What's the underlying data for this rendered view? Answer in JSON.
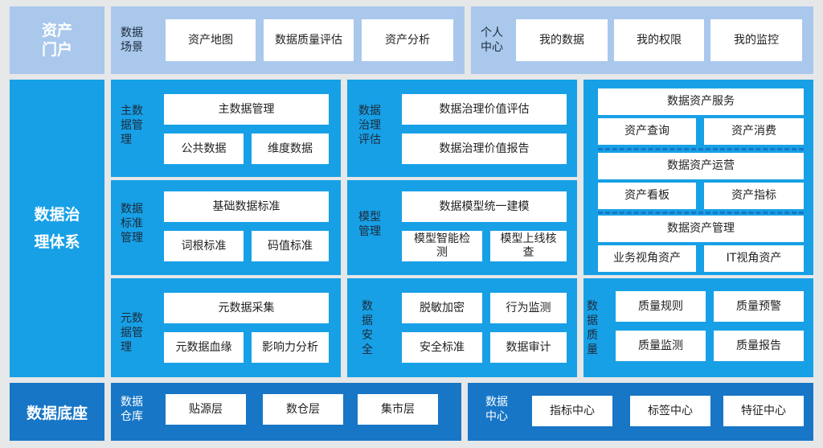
{
  "layers": {
    "portal": "资产\n门户",
    "governance": "数据治\n理体系",
    "base": "数据底座"
  },
  "portal": {
    "scenes": {
      "label": "数据\n场景",
      "items": [
        "资产地图",
        "数据质量评估",
        "资产分析"
      ]
    },
    "personal": {
      "label": "个人\n中心",
      "items": [
        "我的数据",
        "我的权限",
        "我的监控"
      ]
    }
  },
  "governance": {
    "master": {
      "label": "主数\n据管\n理",
      "top": "主数据管理",
      "items": [
        "公共数据",
        "维度数据"
      ]
    },
    "standards": {
      "label": "数据\n标准\n管理",
      "top": "基础数据标准",
      "items": [
        "词根标准",
        "码值标准"
      ]
    },
    "metadata": {
      "label": "元数\n据管\n理",
      "top": "元数据采集",
      "items": [
        "元数据血缘",
        "影响力分析"
      ]
    },
    "evaluation": {
      "label": "数据\n治理\n评估",
      "items": [
        "数据治理价值评估",
        "数据治理价值报告"
      ]
    },
    "model": {
      "label": "模型\n管理",
      "top": "数据模型统一建模",
      "items": [
        "模型智能检\n测",
        "模型上线核\n查"
      ]
    },
    "security": {
      "label": "数\n据\n安\n全",
      "items": [
        "脱敏加密",
        "行为监测",
        "安全标准",
        "数据审计"
      ]
    },
    "assets": {
      "service": {
        "title": "数据资产服务",
        "items": [
          "资产查询",
          "资产消费"
        ]
      },
      "operation": {
        "title": "数据资产运营",
        "items": [
          "资产看板",
          "资产指标"
        ]
      },
      "management": {
        "title": "数据资产管理",
        "items": [
          "业务视角资产",
          "IT视角资产"
        ]
      }
    },
    "quality": {
      "label": "数\n据\n质\n量",
      "items": [
        "质量规则",
        "质量预警",
        "质量监测",
        "质量报告"
      ]
    }
  },
  "base": {
    "warehouse": {
      "label": "数据\n仓库",
      "items": [
        "贴源层",
        "数仓层",
        "集市层"
      ]
    },
    "center": {
      "label": "数据\n中心",
      "items": [
        "指标中心",
        "标签中心",
        "特征中心"
      ]
    }
  },
  "colors": {
    "background": "#e6e7e9",
    "light_blue": "#a9c8ec",
    "blue": "#17a0e6",
    "dark_blue": "#1776c6"
  }
}
